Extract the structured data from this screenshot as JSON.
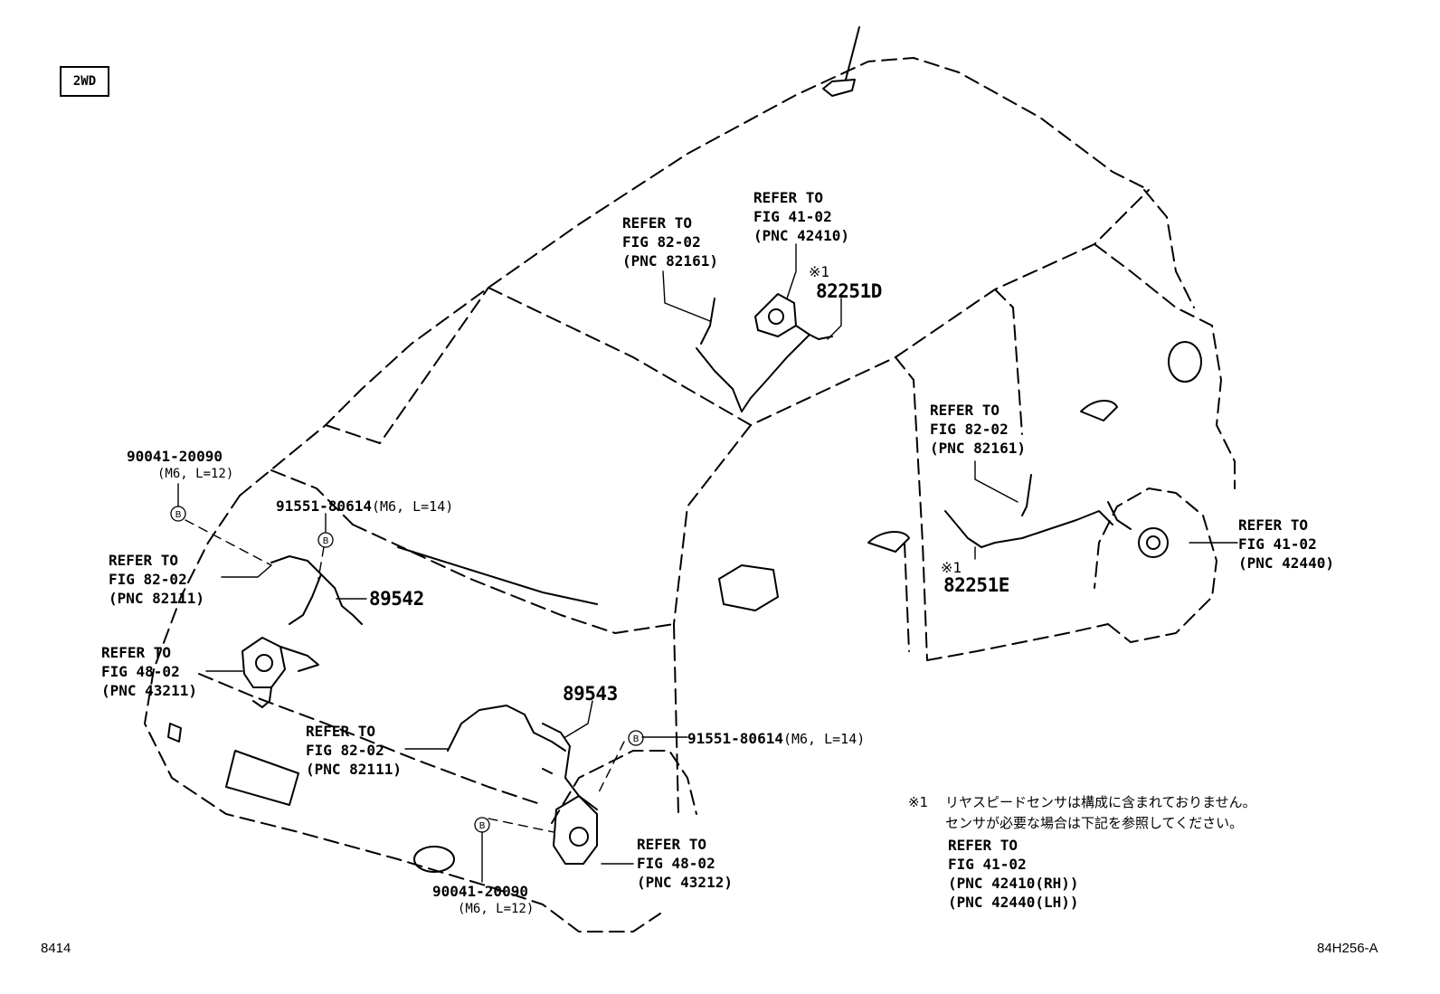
{
  "variant": "2WD",
  "fig_number": "8414",
  "illustration_code": "84H256-A",
  "parts": {
    "p89542": "89542",
    "p89543": "89543",
    "p82251D": "82251D",
    "p82251E": "82251E",
    "mark1a": "※1",
    "mark1b": "※1"
  },
  "bolts": {
    "b1": {
      "pn": "90041-20090",
      "spec": "(M6, L=12)",
      "symbol": "B"
    },
    "b2": {
      "pn": "91551-80614",
      "spec": "(M6, L=14)",
      "symbol": "B"
    },
    "b3": {
      "pn": "91551-80614",
      "spec": "(M6, L=14)",
      "symbol": "B"
    },
    "b4": {
      "pn": "90041-20090",
      "spec": "(M6, L=12)",
      "symbol": "B"
    }
  },
  "refs": {
    "r1": {
      "l1": "REFER TO",
      "l2": "FIG 82-02",
      "l3": "(PNC 82161)"
    },
    "r2": {
      "l1": "REFER TO",
      "l2": "FIG 41-02",
      "l3": "(PNC 42410)"
    },
    "r3": {
      "l1": "REFER TO",
      "l2": "FIG 82-02",
      "l3": "(PNC 82161)"
    },
    "r4": {
      "l1": "REFER TO",
      "l2": "FIG 41-02",
      "l3": "(PNC 42440)"
    },
    "r5": {
      "l1": "REFER TO",
      "l2": "FIG 82-02",
      "l3": "(PNC 82111)"
    },
    "r6": {
      "l1": "REFER TO",
      "l2": "FIG 48-02",
      "l3": "(PNC 43211)"
    },
    "r7": {
      "l1": "REFER TO",
      "l2": "FIG 82-02",
      "l3": "(PNC 82111)"
    },
    "r8": {
      "l1": "REFER TO",
      "l2": "FIG 48-02",
      "l3": "(PNC 43212)"
    }
  },
  "note": {
    "mark": "※1",
    "line1": "リヤスピードセンサは構成に含まれておりません。",
    "line2": "センサが必要な場合は下記を参照してください。",
    "line3": "REFER TO",
    "line4": "FIG 41-02",
    "line5": "(PNC 42410(RH))",
    "line6": "(PNC 42440(LH))"
  }
}
